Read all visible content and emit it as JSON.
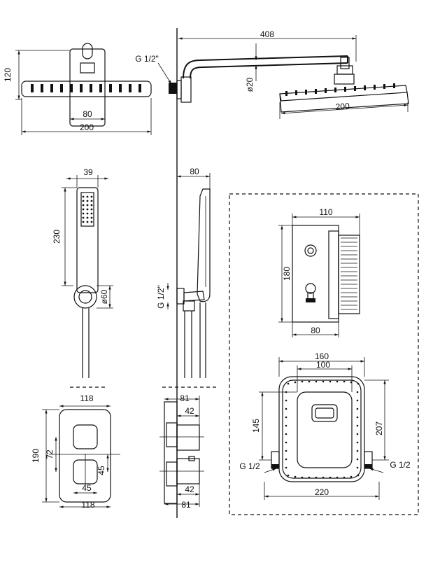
{
  "labels": {
    "top_head_height": "120",
    "top_head_inner_width": "80",
    "top_head_width": "200",
    "thread_top": "G 1/2\"",
    "arm_length": "408",
    "arm_diameter": "ø20",
    "head_side_width": "200",
    "hand_width": "39",
    "hand_length": "230",
    "holder_diameter": "ø60",
    "hand_side_depth": "80",
    "thread_hand": "G 1/2\"",
    "box_width": "110",
    "box_height": "180",
    "box_depth": "80",
    "plate_outer": "160",
    "plate_inner": "100",
    "plate_145": "145",
    "plate_207": "207",
    "plate_width": "220",
    "thread_left": "G 1/2",
    "thread_right": "G 1/2",
    "break_left": "118",
    "break_right": "81",
    "panel_width_top": "118",
    "panel_height": "190",
    "panel_72": "72",
    "panel_45_v": "45",
    "panel_45_h": "45",
    "panel_width_bottom": "118",
    "side_81_top": "81",
    "side_42_top": "42",
    "side_42_bottom": "42",
    "side_81_bottom": "81"
  }
}
